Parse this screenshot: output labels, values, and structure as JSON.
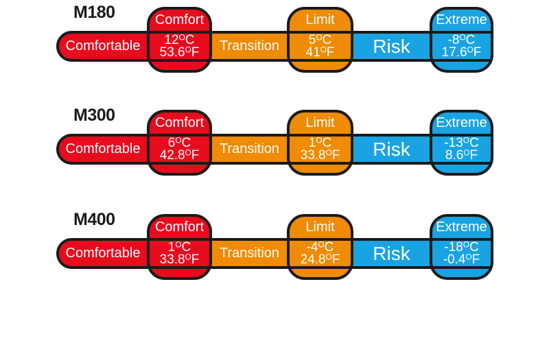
{
  "colors": {
    "red": "#e60c1e",
    "orange": "#ef8b05",
    "blue": "#1aa3e2",
    "outline": "#1a1a1a",
    "label_text": "#ffffff",
    "title_text": "#1a1a1a",
    "background": "#ffffff"
  },
  "rows": [
    {
      "model": "M180",
      "comfortable_label": "Comfortable",
      "transition_label": "Transition",
      "risk_label": "Risk",
      "comfort": {
        "label": "Comfort",
        "c": "12°C",
        "f": "53.6°F"
      },
      "limit": {
        "label": "Limit",
        "c": "5°C",
        "f": "41°F"
      },
      "extreme": {
        "label": "Extreme",
        "c": "-8°C",
        "f": "17.6°F"
      }
    },
    {
      "model": "M300",
      "comfortable_label": "Comfortable",
      "transition_label": "Transition",
      "risk_label": "Risk",
      "comfort": {
        "label": "Comfort",
        "c": "6°C",
        "f": "42.8°F"
      },
      "limit": {
        "label": "Limit",
        "c": "1°C",
        "f": "33.8°F"
      },
      "extreme": {
        "label": "Extreme",
        "c": "-13°C",
        "f": "8.6°F"
      }
    },
    {
      "model": "M400",
      "comfortable_label": "Comfortable",
      "transition_label": "Transition",
      "risk_label": "Risk",
      "comfort": {
        "label": "Comfort",
        "c": "1°C",
        "f": "33.8°F"
      },
      "limit": {
        "label": "Limit",
        "c": "-4°C",
        "f": "24.8°F"
      },
      "extreme": {
        "label": "Extreme",
        "c": "-18°C",
        "f": "-0.4°F"
      }
    }
  ]
}
